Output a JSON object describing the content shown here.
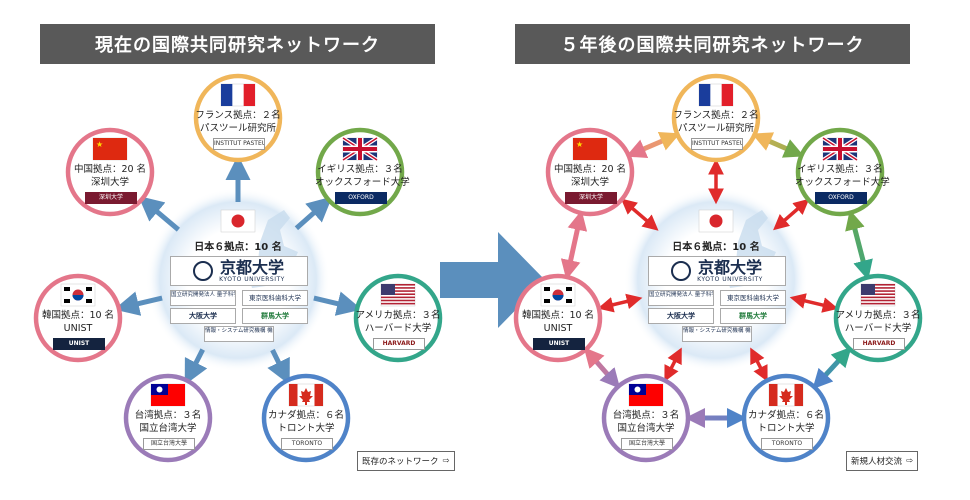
{
  "titles": {
    "current": "現在の国際共同研究ネットワーク",
    "future": "５年後の国際共同研究ネットワーク"
  },
  "center": {
    "heading": "日本６拠点：10 名",
    "ku_name": "京都大学",
    "ku_sub": "KYOTO UNIVERSITY",
    "inst1": "国立研究開発法人 量子科学技術研究開発機構",
    "inst2": "東京医科歯科大学",
    "inst3": "大阪大学",
    "inst4": "群馬大学",
    "inst5": "情報・システム研究機構 機構統計数理研究所"
  },
  "nodes": {
    "france": {
      "line1": "フランス拠点：２名",
      "line2": "パスツール研究所",
      "logo": "INSTITUT PASTEUR",
      "color": "#f0b65a"
    },
    "uk": {
      "line1": "イギリス拠点：３名",
      "line2": "オックスフォード大学",
      "logo": "OXFORD",
      "color": "#72a84a"
    },
    "usa": {
      "line1": "アメリカ拠点：３名",
      "line2": "ハーバード大学",
      "logo": "HARVARD",
      "color": "#33a68a"
    },
    "canada": {
      "line1": "カナダ拠点：６名",
      "line2": "トロント大学",
      "logo": "TORONTO",
      "color": "#4f83c8"
    },
    "taiwan": {
      "line1": "台湾拠点：３名",
      "line2": "国立台湾大学",
      "logo": "国立台灣大學",
      "color": "#9b7bb8"
    },
    "korea": {
      "line1": "韓国拠点：10 名",
      "line2": "UNIST",
      "logo": "UNIST",
      "color": "#e4768a"
    },
    "china": {
      "line1": "中国拠点：20 名",
      "line2": "深圳大学",
      "logo": "深圳大学",
      "color": "#e4768a"
    }
  },
  "legend": {
    "current": "既存のネットワーク",
    "future": "新規人材交流"
  },
  "colors": {
    "banner": "#595959",
    "existing_arrow": "#5b8fbd",
    "new_arrow": "#e02b2b",
    "big_arrow": "#5b8fbd"
  }
}
